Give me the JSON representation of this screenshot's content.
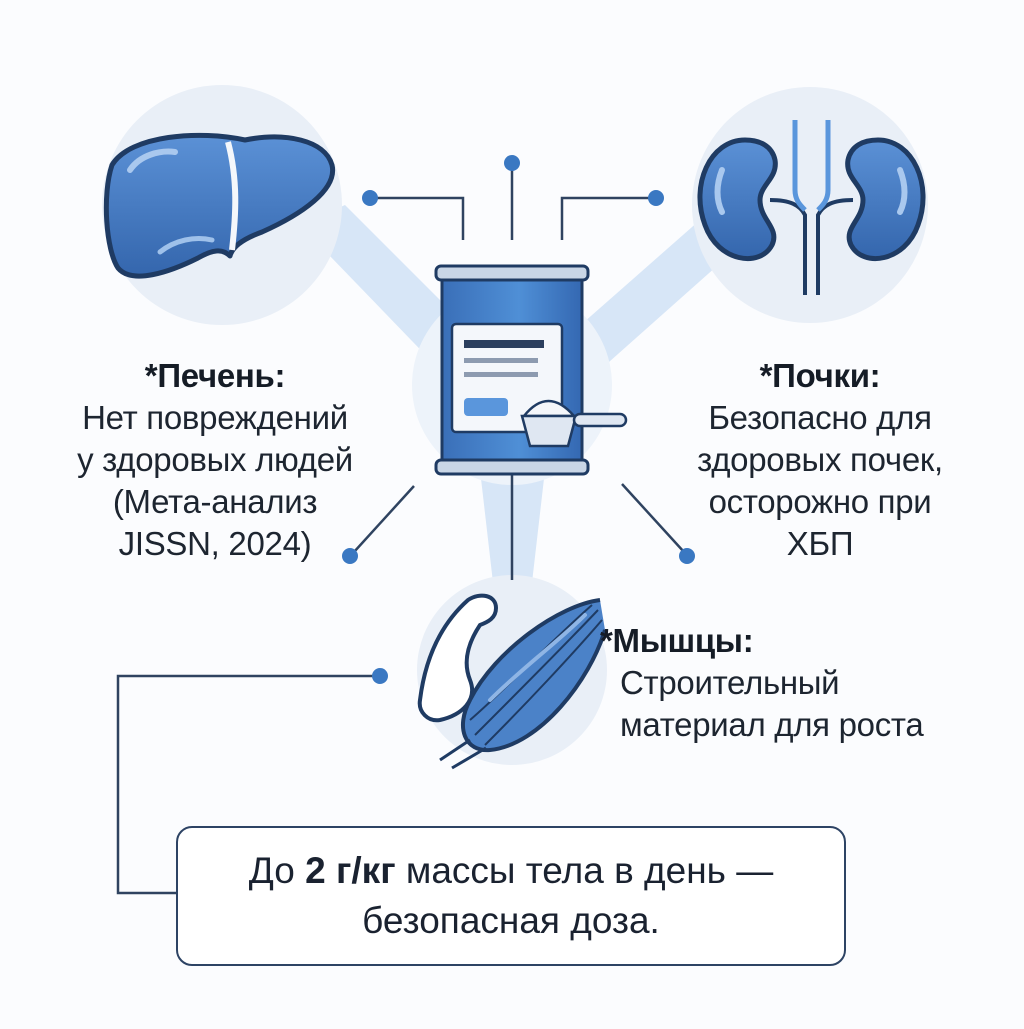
{
  "liver": {
    "title": "*Печень:",
    "lines": [
      "Нет повреждений",
      "у здоровых людей",
      "(Мета-анализ",
      "JISSN, 2024)"
    ]
  },
  "kidneys": {
    "title": "*Почки:",
    "lines": [
      "Безопасно для",
      "здоровых почек,",
      "осторожно при",
      "ХБП"
    ]
  },
  "muscles": {
    "title": "*Мышцы:",
    "lines": [
      "Строительный",
      "материал для роста"
    ]
  },
  "dose": {
    "prefix": "До ",
    "highlight": "2 г/кг",
    "suffix": " массы тела в день —",
    "line2": "безопасная доза."
  },
  "icons": {
    "center": "protein-powder-can-icon",
    "liver": "liver-icon",
    "kidneys": "kidneys-icon",
    "muscle": "flexed-arm-muscle-icon"
  },
  "colors": {
    "organ_blue": "#3f74bd",
    "organ_dark": "#1f3b63",
    "connector": "#2f4360",
    "dot": "#3a78c2",
    "beam": "#cfe1f5",
    "circle_bg": "#e8eef6"
  }
}
